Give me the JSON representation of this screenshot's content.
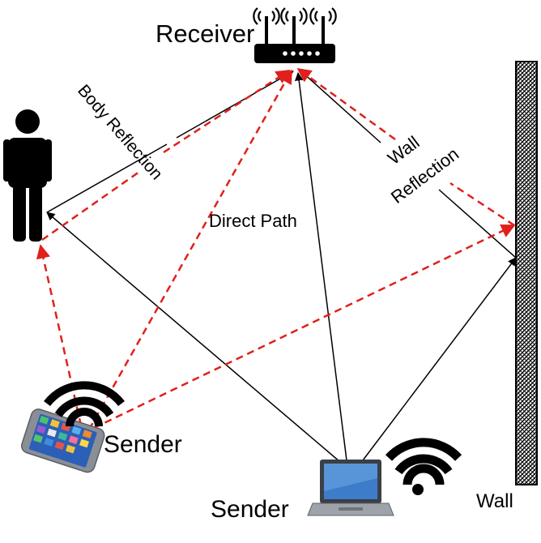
{
  "labels": {
    "receiver": "Receiver",
    "body_reflection": "Body Reflection",
    "direct_path": "Direct Path",
    "wall_reflection_line1": "Wall",
    "wall_reflection_line2": "Reflection",
    "sender_phone": "Sender",
    "sender_laptop": "Sender",
    "wall": "Wall"
  },
  "colors": {
    "solid_path": "#000000",
    "dashed_path": "#e0201b",
    "wall_hatch": "#000000"
  },
  "icons": {
    "receiver": "router-icon",
    "person": "person-icon",
    "phone": "smartphone-icon",
    "laptop": "laptop-icon",
    "phone_signal": "wifi-signal-icon",
    "laptop_signal": "wifi-signal-icon"
  }
}
